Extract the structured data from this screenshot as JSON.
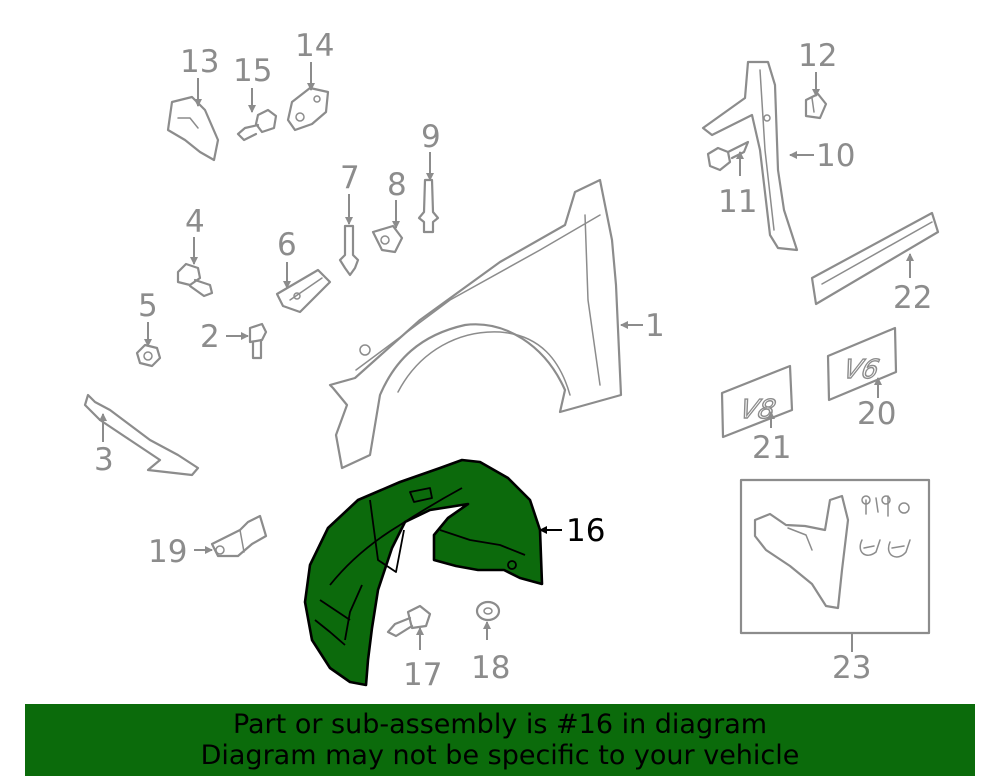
{
  "highlight": {
    "part": "16",
    "color": "#0b6b0b"
  },
  "callouts": [
    "1",
    "2",
    "3",
    "4",
    "5",
    "6",
    "7",
    "8",
    "9",
    "10",
    "11",
    "12",
    "13",
    "14",
    "15",
    "16",
    "17",
    "18",
    "19",
    "20",
    "21",
    "22",
    "23"
  ],
  "badges": {
    "v8": "V8",
    "v6": "V6"
  },
  "banner": {
    "line1": "Part or sub-assembly is #16 in diagram",
    "line2": "Diagram may not be specific to your vehicle"
  }
}
